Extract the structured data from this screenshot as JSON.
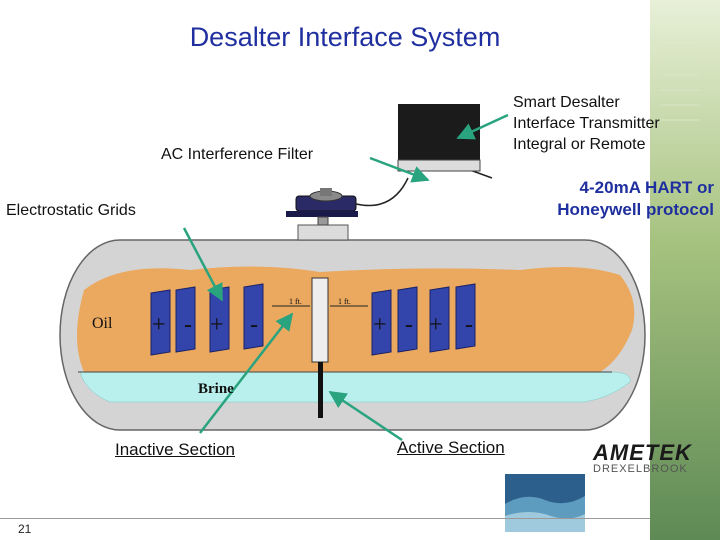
{
  "title": "Desalter Interface System",
  "labels": {
    "transmitter": [
      "Smart Desalter",
      "Interface Transmitter",
      "Integral or Remote"
    ],
    "filter": "AC Interference Filter",
    "protocol": [
      "4-20mA HART or",
      "Honeywell protocol"
    ],
    "grids": "Electrostatic Grids",
    "oil": "Oil",
    "brine": "Brine",
    "one_ft_left": "1 ft.",
    "one_ft_right": "1 ft.",
    "inactive": "Inactive Section",
    "active": "Active Section",
    "grid_signs": [
      "+",
      "-",
      "+",
      "-"
    ]
  },
  "logo": {
    "brand": "AMETEK",
    "sub": "DREXELBROOK"
  },
  "slide_number": "21",
  "colors": {
    "title": "#1f2f9f",
    "oil": "#eba960",
    "brine": "#b9f0ee",
    "vessel": "#d4d4d4",
    "plate": "#3344aa",
    "arrow": "#2aa37f"
  }
}
